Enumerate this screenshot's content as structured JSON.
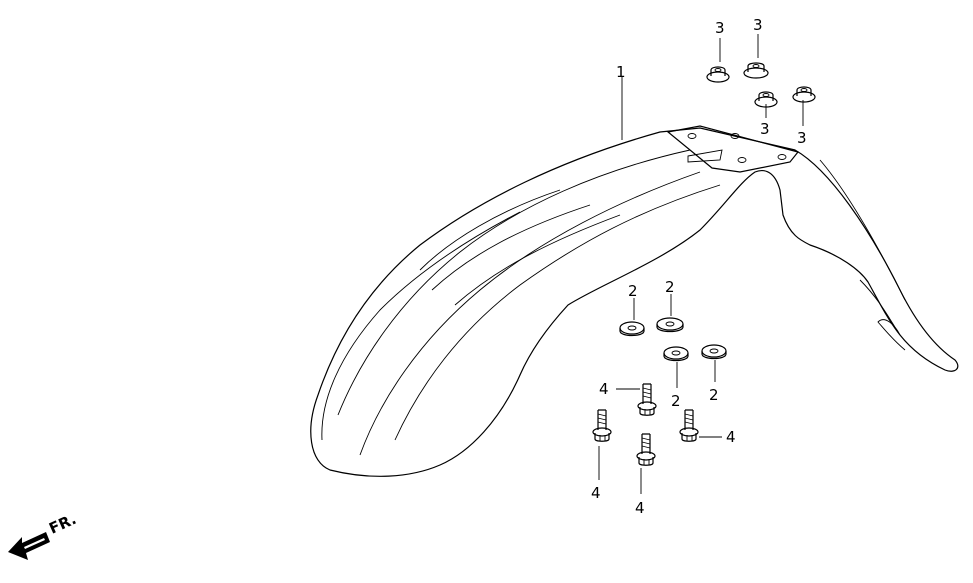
{
  "parts": {
    "fender": {
      "callout": "1"
    },
    "washer": {
      "callout": "2"
    },
    "grommet": {
      "callout": "3"
    },
    "bolt": {
      "callout": "4"
    }
  },
  "direction": {
    "label": "FR."
  }
}
